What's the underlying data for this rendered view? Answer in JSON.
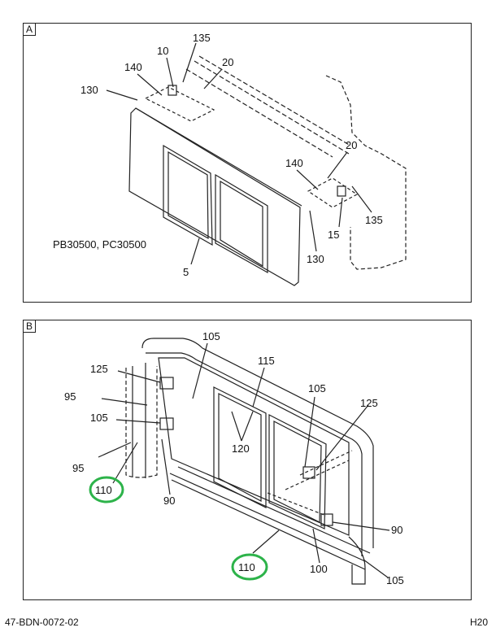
{
  "panels": {
    "a": {
      "letter": "A",
      "model_text": "PB30500, PC30500",
      "callouts": [
        "135",
        "10",
        "20",
        "140",
        "130",
        "20",
        "140",
        "135",
        "15",
        "130",
        "5"
      ]
    },
    "b": {
      "letter": "B",
      "callouts": [
        "105",
        "115",
        "125",
        "95",
        "105",
        "105",
        "125",
        "120",
        "95",
        "110",
        "90",
        "90",
        "110",
        "100",
        "105"
      ],
      "highlighted_callouts": [
        "110",
        "110"
      ],
      "highlight_color": "#2db34a"
    }
  },
  "footer": {
    "code": "47-BDN-0072-02",
    "page": "H20"
  }
}
